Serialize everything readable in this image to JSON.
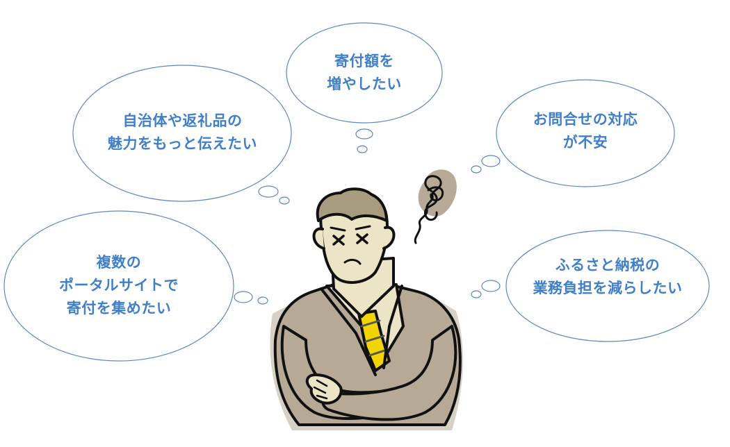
{
  "colors": {
    "bubble_stroke": "#5b87c4",
    "text": "#3f7fc9",
    "suit": "#b6aa96",
    "skin": "#ece4c6",
    "hair": "#a89c80",
    "tie_yellow": "#f2d400",
    "outline": "#111111",
    "cloud_shadow": "#b6aa96"
  },
  "bubbles": [
    {
      "id": "top",
      "lines": [
        "寄付額を",
        "増やしたい"
      ]
    },
    {
      "id": "upper-left",
      "lines": [
        "自治体や返礼品の",
        "魅力をもっと伝えたい"
      ]
    },
    {
      "id": "upper-right",
      "lines": [
        "お問合せの対応",
        "が不安"
      ]
    },
    {
      "id": "lower-left",
      "lines": [
        "複数の",
        "ポータルサイトで",
        "寄付を集めたい"
      ]
    },
    {
      "id": "lower-right",
      "lines": [
        "ふるさと納税の",
        "業務負担を減らしたい"
      ]
    }
  ],
  "illustration": {
    "subject": "worried-businessman",
    "icons": [
      "scribble-cloud-icon",
      "dizzy-eyes-icon"
    ]
  }
}
